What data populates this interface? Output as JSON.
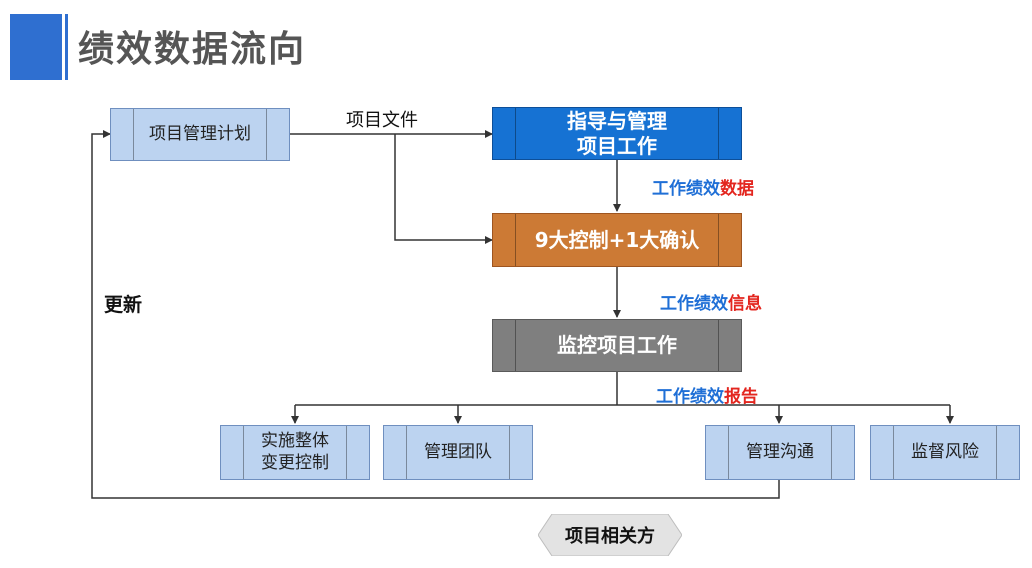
{
  "title": "绩效数据流向",
  "boxes": {
    "plan": "项目管理计划",
    "direct_line1": "指导与管理",
    "direct_line2": "项目工作",
    "control": "9大控制+1大确认",
    "monitor": "监控项目工作",
    "change_line1": "实施整体",
    "change_line2": "变更控制",
    "team": "管理团队",
    "comm": "管理沟通",
    "risk": "监督风险"
  },
  "labels": {
    "project_docs": "项目文件",
    "update": "更新",
    "perf_data_prefix": "工作绩效",
    "perf_data_suffix": "数据",
    "perf_info_prefix": "工作绩效",
    "perf_info_suffix": "信息",
    "perf_report_prefix": "工作绩效",
    "perf_report_suffix": "报告",
    "stakeholders": "项目相关方"
  },
  "colors": {
    "accent_blue": "#2f6fd0",
    "box_blue": "#1672d3",
    "box_orange": "#cc7a35",
    "box_gray": "#7f7f7f",
    "box_light": "#bcd3f0",
    "label_blue": "#1f6fd6",
    "label_red": "#e3261f"
  }
}
